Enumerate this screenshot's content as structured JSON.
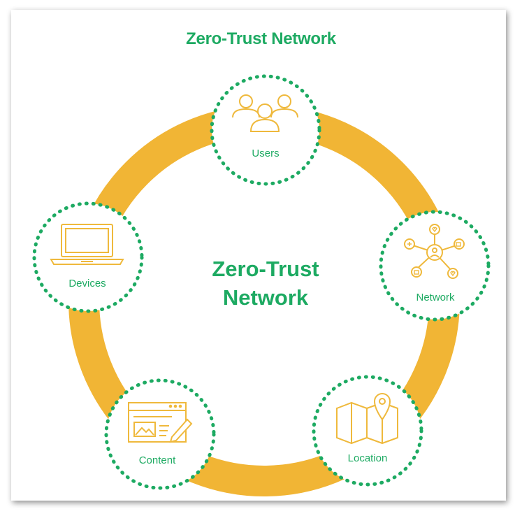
{
  "title": "Zero-Trust Network",
  "center": {
    "line1": "Zero-Trust",
    "line2": "Network"
  },
  "nodes": [
    {
      "label": "Users",
      "icon": "users-icon"
    },
    {
      "label": "Network",
      "icon": "network-icon"
    },
    {
      "label": "Location",
      "icon": "map-pin-icon"
    },
    {
      "label": "Content",
      "icon": "web-content-icon"
    },
    {
      "label": "Devices",
      "icon": "laptop-icon"
    }
  ],
  "colors": {
    "ring": "#f1b535",
    "green": "#1daa62",
    "icon": "#efb93c"
  }
}
